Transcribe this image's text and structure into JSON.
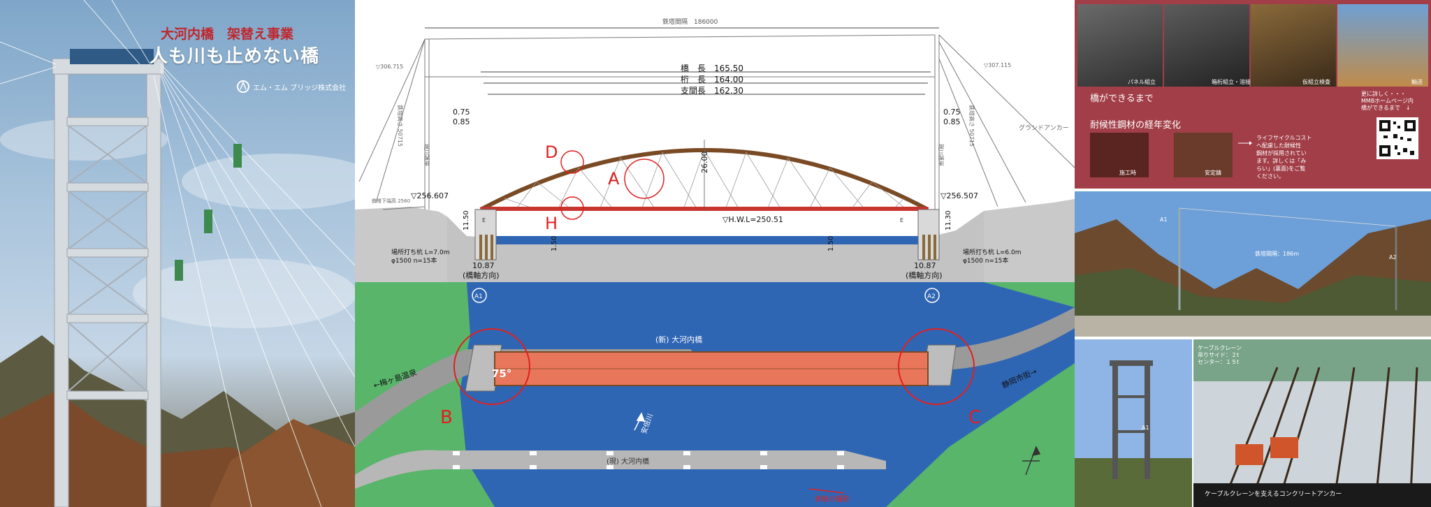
{
  "cover": {
    "subtitle": "大河内橋　架替え事業",
    "title": "人も川も止めない橋",
    "company": "エム・エム ブリッジ株式会社"
  },
  "drawing": {
    "tower_spacing": "鉄塔間隔　186000",
    "bridge_length": "橋　長　165.50",
    "girder_length": "桁　長　164.00",
    "span_length": "支間長　162.30",
    "arch_height": "26.00",
    "left_top_elev": "▽306.715",
    "right_top_elev": "▽307.115",
    "left_tower_height": "鉄塔高さ 50715",
    "right_tower_height": "鉄塔高さ 50715",
    "left_offset_1": "0.75",
    "left_offset_2": "0.85",
    "right_offset_1": "0.75",
    "right_offset_2": "0.85",
    "left_elev": "▽256.607",
    "right_elev": "▽256.507",
    "hwl": "▽H.W.L=250.51",
    "left_depth": "11.50",
    "right_depth": "11.30",
    "left_pile_depth": "1.50",
    "right_pile_depth": "1.50",
    "left_pile_note_1": "場所打ち杭 L=7.0m",
    "left_pile_note_2": "φ1500  n=15本",
    "right_pile_note_1": "場所打ち杭 L=6.0m",
    "right_pile_note_2": "φ1500  n=15本",
    "left_width": "10.87",
    "right_width": "10.87",
    "left_direction": "(橋軸方向)",
    "right_direction": "(橋軸方向)",
    "ground_anchor": "グランドアンカー",
    "left_river_bank": "現川護岸",
    "right_river_bank": "現川護岸",
    "left_small_label": "鉄塔下端高 2560",
    "label_d": "D",
    "label_a": "A",
    "label_h": "H",
    "label_b": "B",
    "label_c": "C",
    "abutment_a1": "A1",
    "abutment_a2": "A2",
    "new_bridge": "(新) 大河内橋",
    "old_bridge": "(現) 大河内橋",
    "river": "安倍川",
    "to_left": "←梅ヶ島温泉",
    "to_right": "静岡市街→",
    "angle": "75°",
    "cover_photo_note": "表紙の撮影",
    "left_e_mark": "E",
    "right_e_mark": "E"
  },
  "info": {
    "step_1": "パネル組立",
    "step_2": "箱桁組立・溶接",
    "step_3": "仮組立検査",
    "step_4": "輸送",
    "how_made": "橋ができるまで",
    "more_1": "更に詳しく・・・",
    "more_2": "MMBホームページ内",
    "more_3": "橋ができるまで　↓",
    "weathering_title": "耐候性鋼材の経年変化",
    "sample_1": "施工時",
    "sample_2": "安定錆",
    "lcc_text_1": "ライフサイクルコスト",
    "lcc_text_2": "へ配慮した耐候性",
    "lcc_text_3": "鋼材が採用されてい",
    "lcc_text_4": "ます。詳しくは「み",
    "lcc_text_5": "らい」(裏面)をご覧",
    "lcc_text_6": "ください。",
    "photo_tower_spacing": "鉄塔間隔：186m",
    "photo_a1": "A1",
    "photo_a2": "A2",
    "photo_a1_b": "A1",
    "crane_note_1": "ケーブルクレーン",
    "crane_note_2": "吊りサイド：２t",
    "crane_note_3": "センター：１５t",
    "anchor_caption": "ケーブルクレーンを支えるコンクリートアンカー"
  }
}
